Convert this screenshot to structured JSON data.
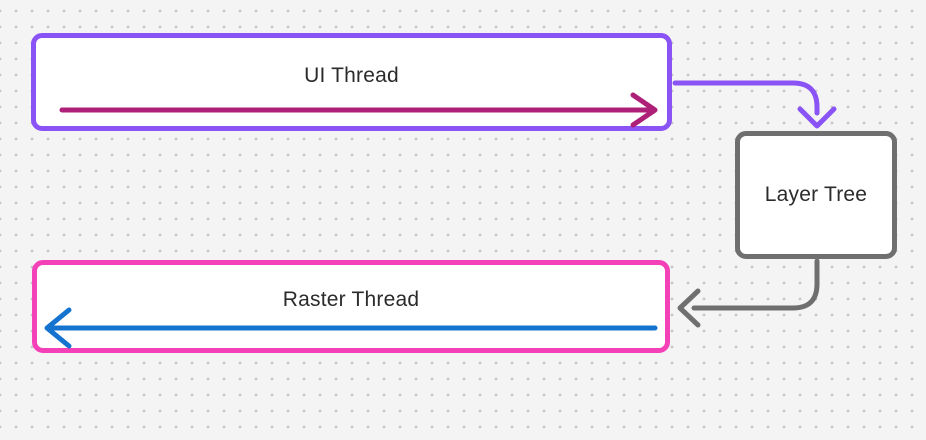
{
  "canvas": {
    "background_color": "#F4F4F4",
    "dot_color": "#C8C8C8",
    "text_color": "#2B2B2B"
  },
  "diagram": {
    "nodes": [
      {
        "id": "ui-thread",
        "label": "UI Thread",
        "border_color": "#8A53F5"
      },
      {
        "id": "layer-tree",
        "label": "Layer Tree",
        "border_color": "#6F6F6F"
      },
      {
        "id": "raster-thread",
        "label": "Raster Thread",
        "border_color": "#F541B8"
      }
    ],
    "arrows": [
      {
        "id": "ui-thread-flow",
        "direction": "right",
        "inside": "ui-thread",
        "color": "#AE2078"
      },
      {
        "id": "raster-thread-flow",
        "direction": "left",
        "inside": "raster-thread",
        "color": "#1573D0"
      },
      {
        "id": "ui-to-layer-tree",
        "from": "ui-thread",
        "to": "layer-tree",
        "color": "#8A53F5"
      },
      {
        "id": "layer-tree-to-raster",
        "from": "layer-tree",
        "to": "raster-thread",
        "color": "#6F6F6F"
      }
    ]
  }
}
